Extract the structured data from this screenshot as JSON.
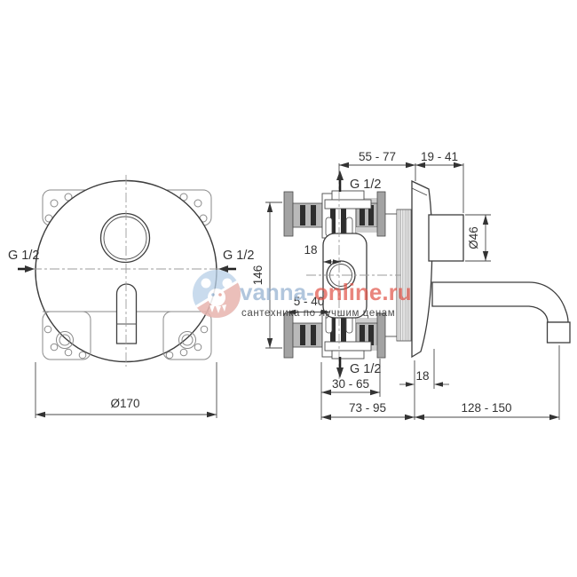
{
  "page": {
    "background": "#ffffff",
    "line_color": "#3d3d3d"
  },
  "watermark": {
    "brand_blue": "vanna-",
    "brand_red": "online.ru",
    "tagline": "сантехника по лучшим ценам",
    "colors": {
      "brand_blue": "#97b3d1",
      "brand_red": "#e05247",
      "tagline": "#c2cbd8",
      "logo_blue": "#b7cfe6",
      "logo_red": "#edb4ac"
    }
  },
  "front_view": {
    "label_thread_left": "G 1/2",
    "label_thread_right": "G 1/2",
    "label_diameter": "Ø170"
  },
  "side_view": {
    "label_thread_top": "G 1/2",
    "label_thread_bottom": "G 1/2",
    "dim_depth_body": "55 - 77",
    "dim_depth_sensor": "19 - 41",
    "dim_sensor_diameter": "Ø46",
    "dim_height": "146",
    "dim_center_offset": "18",
    "dim_wall_range": "5 - 40",
    "dim_bottom_span": "30 - 65",
    "dim_flange_depth": "18",
    "dim_total_depth": "73 - 95",
    "dim_spout_reach": "128 - 150"
  }
}
